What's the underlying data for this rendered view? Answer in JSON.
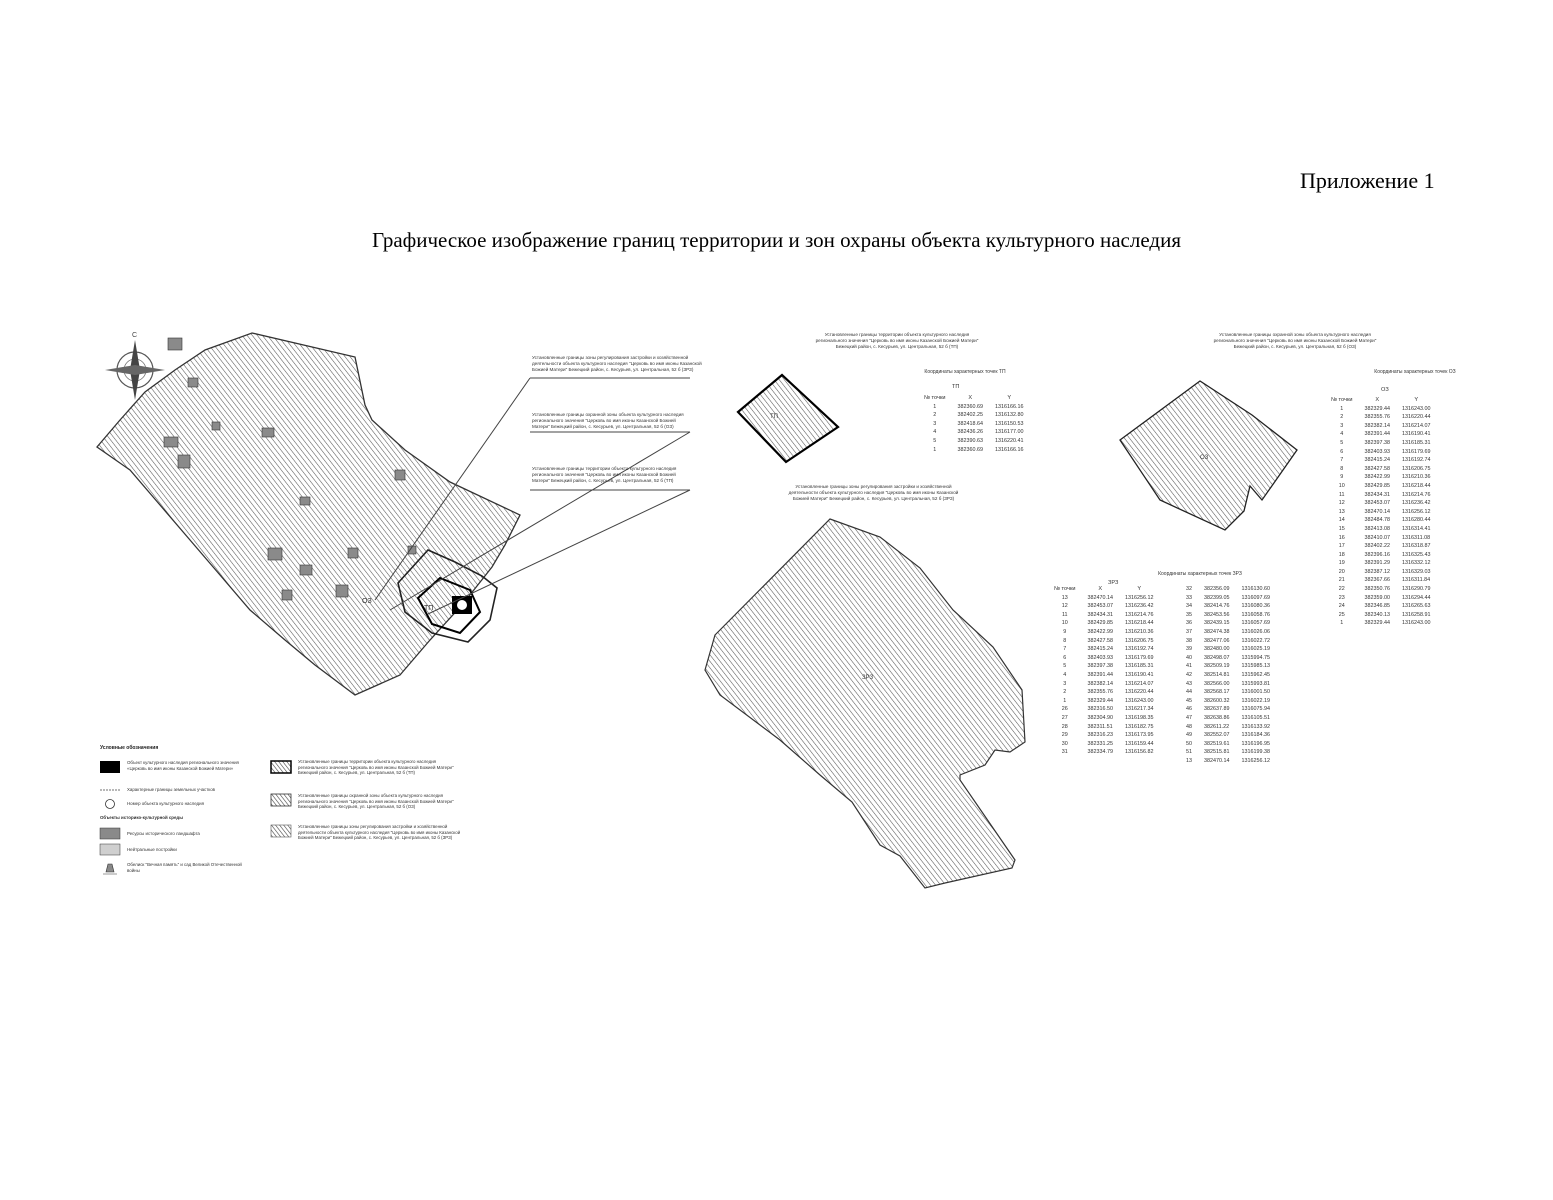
{
  "header": {
    "appendix": "Приложение 1",
    "title": "Графическое изображение границ территории и зон охраны объекта культурного наследия"
  },
  "main_map": {
    "zone_label": "ОЗ",
    "zone_label_tt": "ТП",
    "callouts": [
      "Установленные границы зоны регулирования застройки и хозяйственной деятельности объекта культурного наследия \"Церковь во имя иконы Казанской Божией Матери\" Бежецкий район, с. Кесурьев, ул. Центральная, 52 б (ЗРЗ)",
      "Установленные границы охранной зоны объекта культурного наследия регионального значения \"Церковь во имя иконы Казанской Божией Матери\" Бежецкий район, с. Кесурьев, ул. Центральная, 52 б (ОЗ)",
      "Установленные границы территории объекта культурного наследия регионального значения \"Церковь во имя иконы Казанской Божией Матери\" Бежецкий район, с. Кесурьев, ул. Центральная, 52 б (ТП)"
    ]
  },
  "legend": {
    "title": "Условные обозначения",
    "left_items": [
      "Объект культурного наследия регионального значения «Церковь во имя иконы Казанской Божией Матери»",
      "Характерные границы земельных участков",
      "Номер объекта культурного наследия",
      "Объекты историко-культурной среды",
      "Ресурсы исторического ландшафта",
      "Нейтральные постройки",
      "Обелиск \"Вечная память\" и сад Великой Отечественной войны"
    ],
    "right_items": [
      "Установленные границы территории объекта культурного наследия регионального значения \"Церковь во имя иконы Казанской Божией Матери\" Бежецкий район, с. Кесурьев, ул. Центральная, 52 б (ТП)",
      "Установленные границы охранной зоны объекта культурного наследия регионального значения \"Церковь во имя иконы Казанской Божией Матери\" Бежецкий район, с. Кесурьев, ул. Центральная, 52 б (ОЗ)",
      "Установленные границы зоны регулирования застройки и хозяйственной деятельности объекта культурного наследия \"Церковь во имя иконы Казанской Божией Матери\" Бежецкий район, с. Кесурьев, ул. Центральная, 52 б (ЗРЗ)"
    ]
  },
  "tp_panel": {
    "heading": "Установленные границы территории объекта культурного наследия регионального значения \"Церковь во имя иконы Казанской Божией Матери\" Бежецкий район, с. Кесурьев, ул. Центральная, 52 б (ТП)",
    "coords_title": "Координаты характерных точек ТП",
    "zone_label": "ТП",
    "table_name": "ТП",
    "col_headers": [
      "№ точки",
      "X",
      "Y"
    ],
    "rows": [
      [
        "1",
        "382360.69",
        "1316166.16"
      ],
      [
        "2",
        "382402.25",
        "1316132.80"
      ],
      [
        "3",
        "382418.64",
        "1316150.53"
      ],
      [
        "4",
        "382436.26",
        "1316177.00"
      ],
      [
        "5",
        "382390.63",
        "1316220.41"
      ],
      [
        "1",
        "382360.69",
        "1316166.16"
      ]
    ]
  },
  "oz_panel": {
    "heading": "Установленные границы охранной зоны объекта культурного наследия регионального значения \"Церковь во имя иконы Казанской Божией Матери\" Бежецкий район, с. Кесурьев, ул. Центральная, 52 б (ОЗ)",
    "coords_title": "Координаты характерных точек ОЗ",
    "zone_label": "ОЗ",
    "table_name": "ОЗ",
    "col_headers": [
      "№ точки",
      "X",
      "Y"
    ],
    "rows": [
      [
        "1",
        "382329.44",
        "1316243.00"
      ],
      [
        "2",
        "382355.76",
        "1316220.44"
      ],
      [
        "3",
        "382382.14",
        "1316214.07"
      ],
      [
        "4",
        "382391.44",
        "1316190.41"
      ],
      [
        "5",
        "382397.38",
        "1316185.31"
      ],
      [
        "6",
        "382403.93",
        "1316179.69"
      ],
      [
        "7",
        "382415.24",
        "1316192.74"
      ],
      [
        "8",
        "382427.58",
        "1316206.75"
      ],
      [
        "9",
        "382422.99",
        "1316210.36"
      ],
      [
        "10",
        "382429.85",
        "1316218.44"
      ],
      [
        "11",
        "382434.31",
        "1316214.76"
      ],
      [
        "12",
        "382453.07",
        "1316236.42"
      ],
      [
        "13",
        "382470.14",
        "1316256.12"
      ],
      [
        "14",
        "382484.78",
        "1316280.44"
      ],
      [
        "15",
        "382413.08",
        "1316314.41"
      ],
      [
        "16",
        "382410.07",
        "1316311.08"
      ],
      [
        "17",
        "382402.22",
        "1316318.87"
      ],
      [
        "18",
        "382396.16",
        "1316325.43"
      ],
      [
        "19",
        "382391.29",
        "1316332.12"
      ],
      [
        "20",
        "382387.12",
        "1316329.03"
      ],
      [
        "21",
        "382367.66",
        "1316311.84"
      ],
      [
        "22",
        "382350.76",
        "1316290.79"
      ],
      [
        "23",
        "382359.00",
        "1316294.44"
      ],
      [
        "24",
        "382346.85",
        "1316265.63"
      ],
      [
        "25",
        "382340.13",
        "1316258.91"
      ],
      [
        "1",
        "382329.44",
        "1316243.00"
      ]
    ]
  },
  "zrz_panel": {
    "heading": "Установленные границы зоны регулирования застройки и хозяйственной деятельности объекта культурного наследия \"Церковь во имя иконы Казанской Божией Матери\" Бежецкий район, с. Кесурьев, ул. Центральная, 52 б (ЗРЗ)",
    "coords_title": "Координаты характерных точек ЗРЗ",
    "zone_label": "ЗРЗ",
    "table_name": "ЗРЗ",
    "col_headers": [
      "№ точки",
      "X",
      "Y"
    ],
    "rows_left": [
      [
        "13",
        "382470.14",
        "1316256.12"
      ],
      [
        "12",
        "382453.07",
        "1316236.42"
      ],
      [
        "11",
        "382434.31",
        "1316214.76"
      ],
      [
        "10",
        "382429.85",
        "1316218.44"
      ],
      [
        "9",
        "382422.99",
        "1316210.36"
      ],
      [
        "8",
        "382427.58",
        "1316206.75"
      ],
      [
        "7",
        "382415.24",
        "1316192.74"
      ],
      [
        "6",
        "382403.93",
        "1316179.69"
      ],
      [
        "5",
        "382397.38",
        "1316185.31"
      ],
      [
        "4",
        "382391.44",
        "1316190.41"
      ],
      [
        "3",
        "382382.14",
        "1316214.07"
      ],
      [
        "2",
        "382355.76",
        "1316220.44"
      ],
      [
        "1",
        "382329.44",
        "1316243.00"
      ],
      [
        "26",
        "382316.50",
        "1316217.34"
      ],
      [
        "27",
        "382304.90",
        "1316198.35"
      ],
      [
        "28",
        "382311.51",
        "1316182.75"
      ],
      [
        "29",
        "382316.23",
        "1316173.95"
      ],
      [
        "30",
        "382331.25",
        "1316159.44"
      ],
      [
        "31",
        "382334.79",
        "1316156.82"
      ]
    ],
    "rows_right": [
      [
        "32",
        "382356.09",
        "1316130.60"
      ],
      [
        "33",
        "382399.05",
        "1316097.69"
      ],
      [
        "34",
        "382414.76",
        "1316080.36"
      ],
      [
        "35",
        "382453.56",
        "1316058.76"
      ],
      [
        "36",
        "382439.15",
        "1316057.69"
      ],
      [
        "37",
        "382474.38",
        "1316026.06"
      ],
      [
        "38",
        "382477.06",
        "1316022.72"
      ],
      [
        "39",
        "382480.00",
        "1316025.19"
      ],
      [
        "40",
        "382498.07",
        "1315994.75"
      ],
      [
        "41",
        "382509.19",
        "1315985.13"
      ],
      [
        "42",
        "382514.81",
        "1315962.45"
      ],
      [
        "43",
        "382566.00",
        "1315993.81"
      ],
      [
        "44",
        "382568.17",
        "1316001.50"
      ],
      [
        "45",
        "382600.32",
        "1316022.19"
      ],
      [
        "46",
        "382637.89",
        "1316075.94"
      ],
      [
        "47",
        "382638.86",
        "1316105.51"
      ],
      [
        "48",
        "382611.22",
        "1316133.92"
      ],
      [
        "49",
        "382552.07",
        "1316184.36"
      ],
      [
        "50",
        "382519.61",
        "1316196.95"
      ],
      [
        "51",
        "382515.81",
        "1316199.38"
      ],
      [
        "13",
        "382470.14",
        "1316256.12"
      ]
    ]
  }
}
